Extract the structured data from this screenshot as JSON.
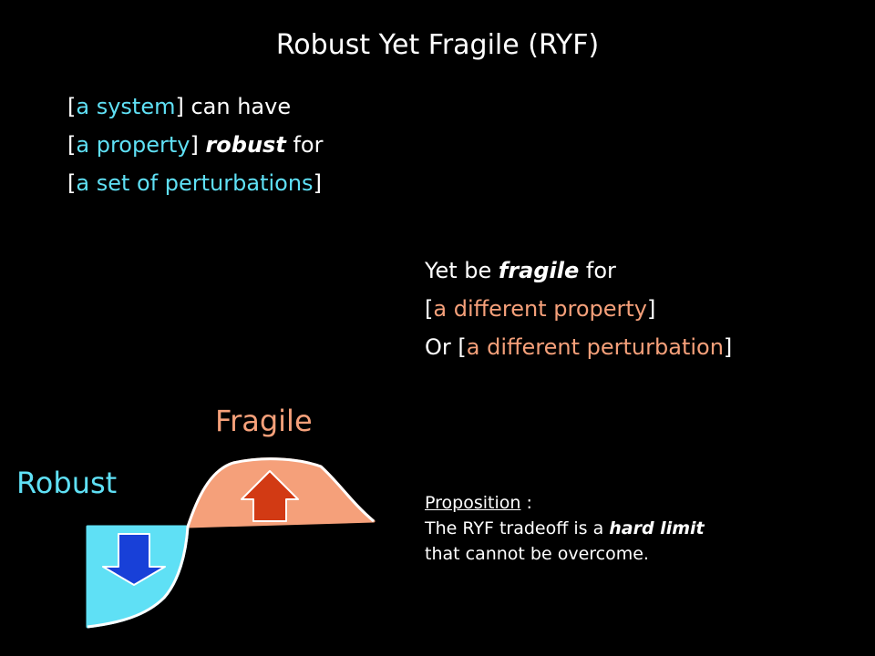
{
  "title": "Robust Yet Fragile (RYF)",
  "statement": {
    "line1": {
      "open": "[",
      "term": "a system",
      "close": "] can have"
    },
    "line2": {
      "open": "[",
      "term": "a property",
      "close_bracket": "] ",
      "emph": "robust",
      "after": " for"
    },
    "line3": {
      "open": "[",
      "term": "a set of perturbations",
      "close": "]"
    }
  },
  "counter": {
    "line1": {
      "before": "Yet be ",
      "emph": "fragile",
      "after": " for"
    },
    "line2": {
      "open": "[",
      "term": "a different property",
      "close": "]"
    },
    "line3": {
      "before": "Or [",
      "term": "a different perturbation",
      "close": "]"
    }
  },
  "diagram": {
    "fragile_label": "Fragile",
    "robust_label": "Robust",
    "colors": {
      "fragile": "#f5a07a",
      "robust": "#5fe0f5",
      "up_arrow": "#d23a14",
      "down_arrow": "#1840d8",
      "outline": "#ffffff"
    }
  },
  "proposition": {
    "heading": "Proposition",
    "colon": " :",
    "line2_before": "The RYF tradeoff is a ",
    "line2_emph": "hard limit",
    "line3": "that cannot be overcome."
  }
}
